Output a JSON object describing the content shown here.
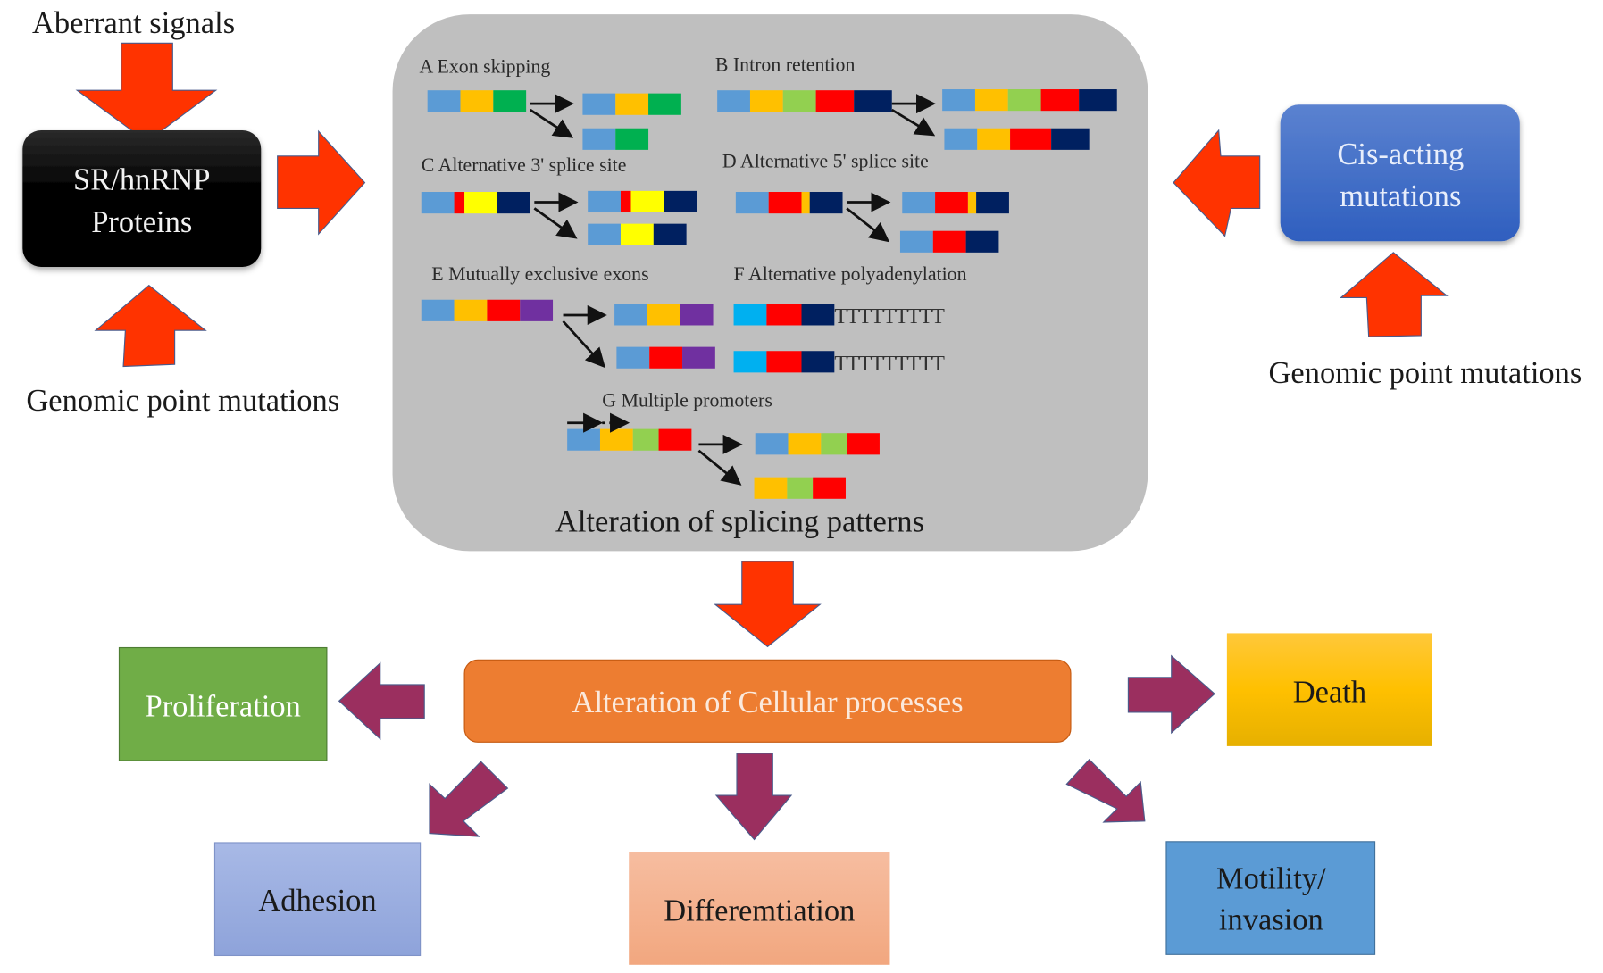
{
  "inputs": {
    "aberrant_signals": "Aberrant signals",
    "genomic_point_mutations_left": "Genomic point mutations",
    "genomic_point_mutations_right": "Genomic point mutations"
  },
  "nodes": {
    "sr_hnrnp": {
      "line1": "SR/hnRNP",
      "line2": "Proteins",
      "color": "#000000"
    },
    "cis_acting": {
      "line1": "Cis-acting",
      "line2": "mutations",
      "color": "#3d6fc9"
    },
    "splicing_panel_title": "Alteration of splicing patterns",
    "cellular_processes": {
      "label": "Alteration of Cellular processes",
      "color": "#ed7d31"
    }
  },
  "outcomes": [
    {
      "id": "proliferation",
      "label": "Proliferation",
      "color": "#70ad47",
      "text_color": "#ffffff"
    },
    {
      "id": "death",
      "label": "Death",
      "color": "#ffc000",
      "text_color": "#1a1a1a"
    },
    {
      "id": "adhesion",
      "label": "Adhesion",
      "color": "#9aaee0",
      "text_color": "#1a1a1a"
    },
    {
      "id": "differentiation",
      "label": "Differemtiation",
      "color": "#f4b183",
      "text_color": "#1a1a1a"
    },
    {
      "id": "motility",
      "label_line1": "Motility/",
      "label_line2": "invasion",
      "color": "#5b9bd5",
      "text_color": "#1a1a1a"
    }
  ],
  "exon_colors": {
    "lightblue": "#5b9bd5",
    "cyan": "#00b0f0",
    "orange": "#ffc000",
    "green": "#00b050",
    "lightgreen": "#92d050",
    "red": "#ff0000",
    "navy": "#002060",
    "yellow": "#ffff00",
    "purple": "#7030a0"
  },
  "splicing_events": [
    {
      "key": "A",
      "label": "A Exon  skipping",
      "input": [
        "lightblue",
        "orange",
        "green"
      ],
      "outputs": [
        [
          "lightblue",
          "orange",
          "green"
        ],
        [
          "lightblue",
          "green"
        ]
      ]
    },
    {
      "key": "B",
      "label": "B  Intron  retention",
      "input": [
        "lightblue",
        "orange",
        "lightgreen",
        "red",
        "navy"
      ],
      "outputs": [
        [
          "lightblue",
          "orange",
          "lightgreen",
          "red",
          "navy"
        ],
        [
          "lightblue",
          "orange",
          "red",
          "navy"
        ]
      ]
    },
    {
      "key": "C",
      "label": "C  Alternative  3' splice site",
      "input": [
        "lightblue",
        "red",
        "yellow",
        "navy"
      ],
      "outputs": [
        [
          "lightblue",
          "red",
          "yellow",
          "navy"
        ],
        [
          "lightblue",
          "yellow",
          "navy"
        ]
      ]
    },
    {
      "key": "D",
      "label": "D  Alternative  5' splice site",
      "input": [
        "lightblue",
        "red",
        "orange",
        "navy"
      ],
      "outputs": [
        [
          "lightblue",
          "red",
          "orange",
          "navy"
        ],
        [
          "lightblue",
          "red",
          "navy"
        ]
      ]
    },
    {
      "key": "E",
      "label": "E  Mutually  exclusive exons",
      "input": [
        "lightblue",
        "orange",
        "red",
        "purple"
      ],
      "outputs": [
        [
          "lightblue",
          "orange",
          "purple"
        ],
        [
          "lightblue",
          "red",
          "purple"
        ]
      ]
    },
    {
      "key": "F",
      "label": "F  Alternative polyadenylation",
      "tracks": [
        [
          "cyan",
          "red",
          "navy"
        ],
        [
          "cyan",
          "red",
          "navy"
        ]
      ],
      "poly_tail": "TTTTTTTTT"
    },
    {
      "key": "G",
      "label": "G  Multiple promoters",
      "input": [
        "lightblue",
        "orange",
        "lightgreen",
        "red"
      ],
      "outputs": [
        [
          "lightblue",
          "orange",
          "lightgreen",
          "red"
        ],
        [
          "orange",
          "lightgreen",
          "red"
        ]
      ]
    }
  ]
}
